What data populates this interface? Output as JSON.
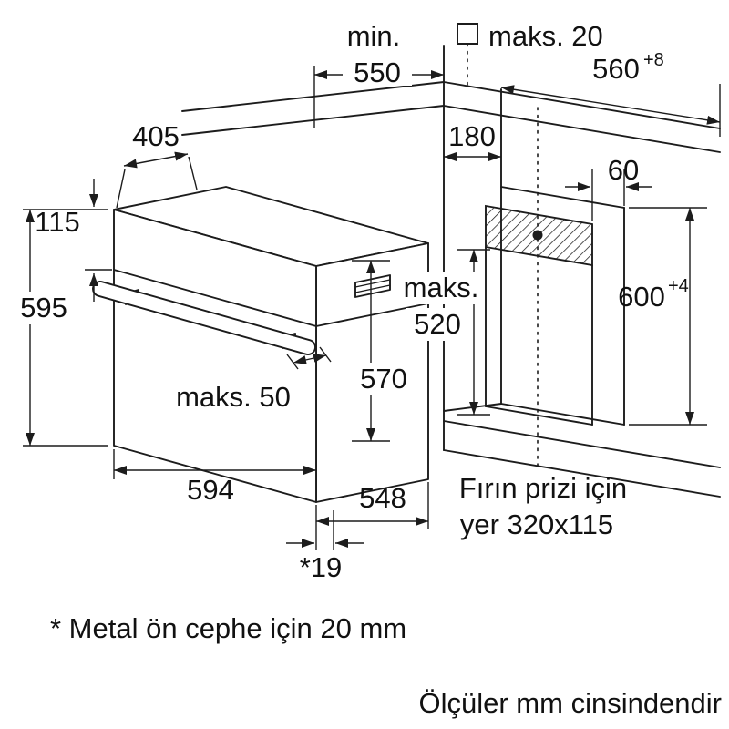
{
  "diagram": {
    "labels": {
      "min": "min.",
      "d550": "550",
      "maks20": "maks. 20",
      "d560": "560",
      "d560_tol": "+8",
      "d405": "405",
      "d180": "180",
      "d60": "60",
      "d115": "115",
      "d595": "595",
      "maks": "maks.",
      "d520": "520",
      "d600": "600",
      "d600_tol": "+4",
      "maks50": "maks. 50",
      "d570": "570",
      "d594": "594",
      "d548": "548",
      "socket_line1": "Fırın prizi için",
      "socket_line2": "yer 320x115",
      "star19": "*19"
    },
    "footnote": "* Metal ön cephe için 20 mm",
    "units_note": "Ölçüler mm cinsindendir",
    "colors": {
      "line": "#1c1c1c",
      "background": "#ffffff"
    }
  }
}
